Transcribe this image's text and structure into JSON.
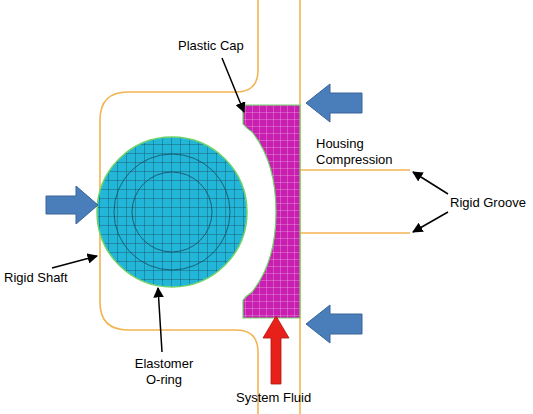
{
  "diagram": {
    "labels": [
      "Plastic Cap",
      "Housing Compression",
      "Rigid Groove",
      "Rigid Shaft",
      "Elastomer O-ring",
      "System Fluid"
    ]
  }
}
